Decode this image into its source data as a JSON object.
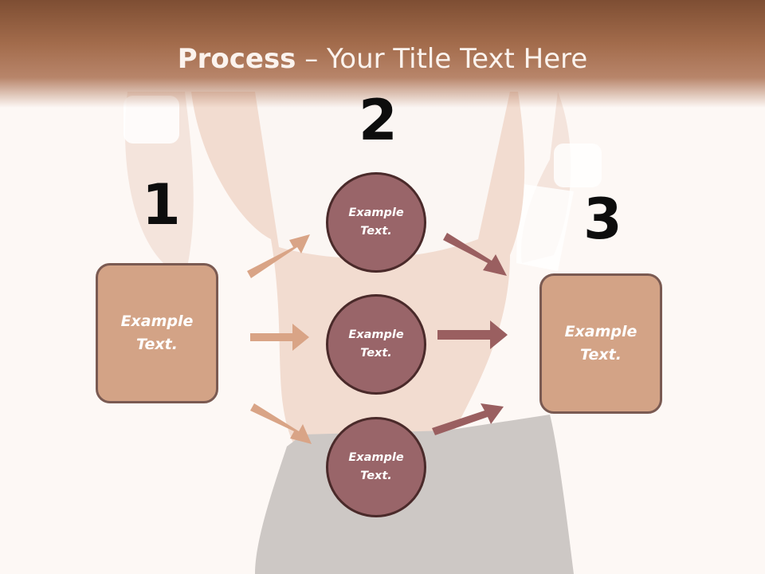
{
  "slide": {
    "title_bold": "Process",
    "title_rest": " – Your Title Text Here"
  },
  "steps": {
    "one": "1",
    "two": "2",
    "three": "3"
  },
  "left_box": {
    "text": "Example Text."
  },
  "right_box": {
    "text": "Example Text."
  },
  "circles": [
    {
      "text": "Example Text."
    },
    {
      "text": "Example Text."
    },
    {
      "text": "Example Text."
    }
  ],
  "colors": {
    "header": "#a26b4b",
    "box_fill": "#d3a386",
    "circle_fill": "#996569",
    "arrow_left": "#d9a486",
    "arrow_right": "#9a5f60"
  }
}
